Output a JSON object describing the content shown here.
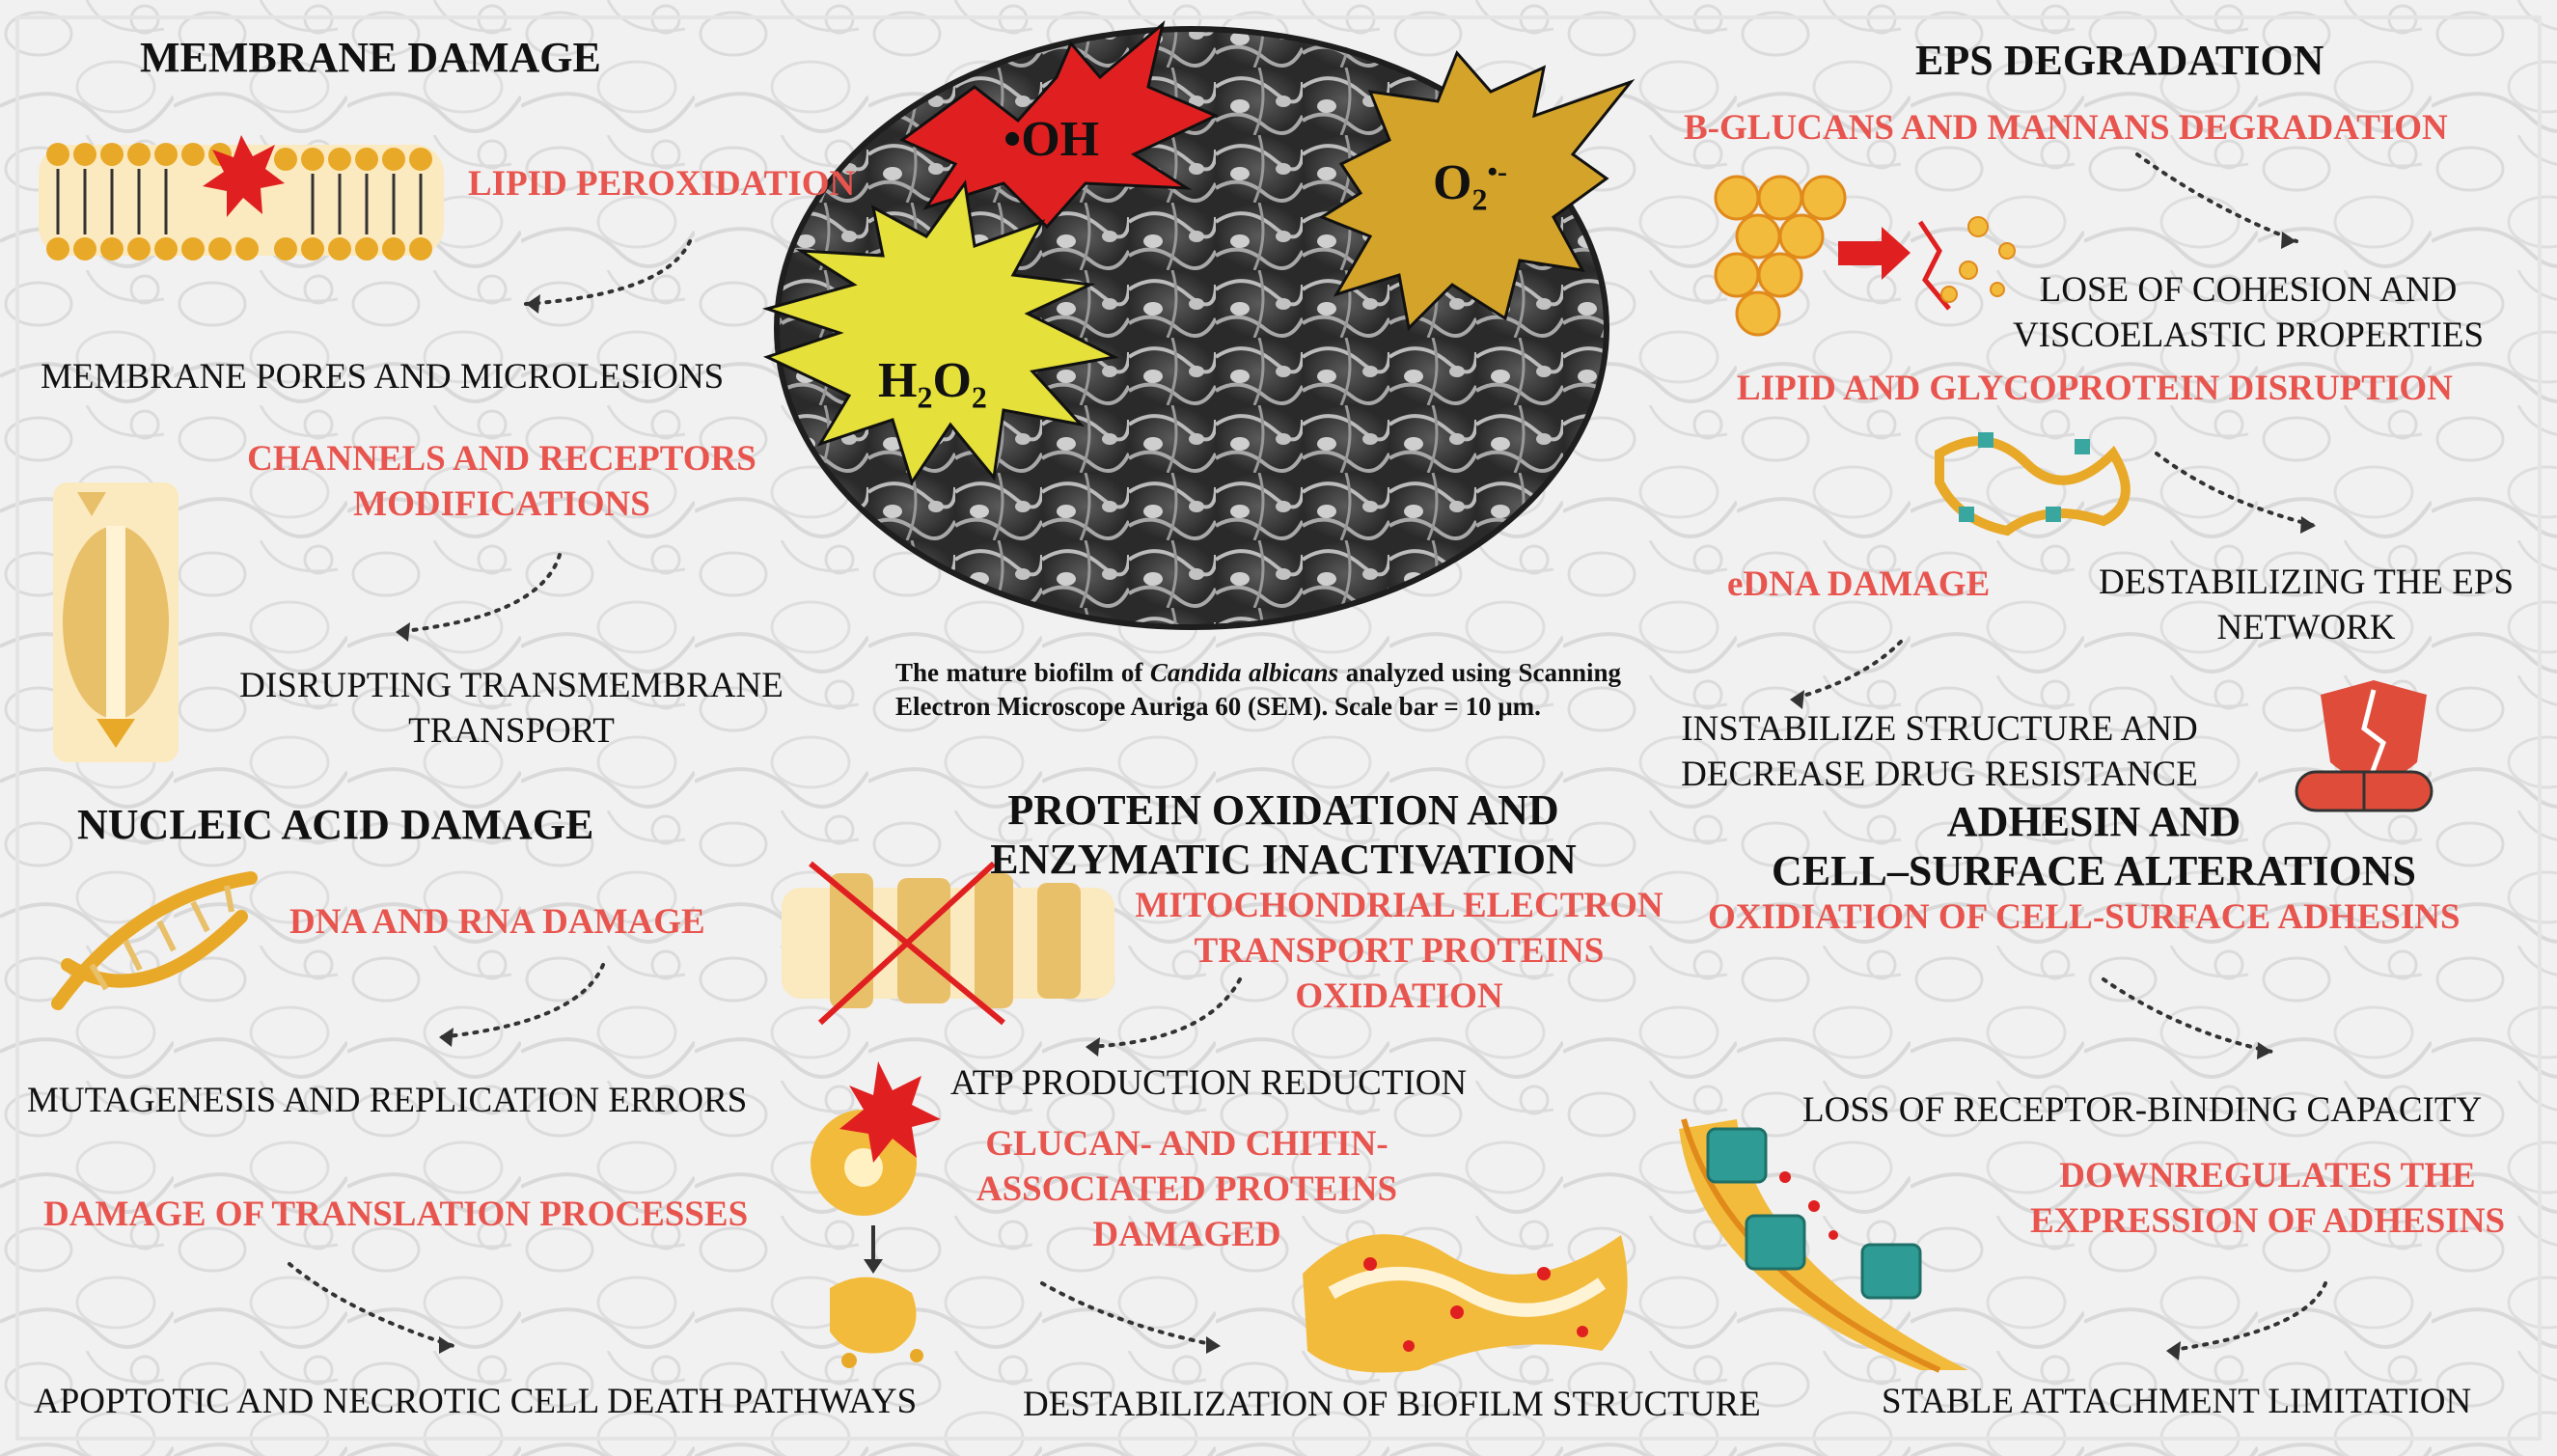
{
  "colors": {
    "accent": "#e8554f",
    "ink": "#111111",
    "gold": "#e9b44c",
    "panel": "#f1f1f1"
  },
  "ros": {
    "oh": "•OH",
    "o2": "O",
    "o2_sub": "2",
    "o2_sup": "•-",
    "h2o2_a": "H",
    "h2o2_sub1": "2",
    "h2o2_b": "O",
    "h2o2_sub2": "2"
  },
  "caption": {
    "part1": "The mature biofilm of ",
    "species": "Candida albicans",
    "part2": " analyzed using Scanning Electron Microscope Auriga 60 (SEM). Scale bar = 10 μm."
  },
  "membrane": {
    "title": "MEMBRANE DAMAGE",
    "lipid": "LIPID PEROXIDATION",
    "pores": "MEMBRANE PORES AND MICROLESIONS",
    "channels_1": "CHANNELS AND RECEPTORS",
    "channels_2": "MODIFICATIONS",
    "transport_1": "DISRUPTING TRANSMEMBRANE",
    "transport_2": "TRANSPORT"
  },
  "nucleic": {
    "title": "NUCLEIC ACID DAMAGE",
    "dna": "DNA AND RNA DAMAGE",
    "mutagenesis": "MUTAGENESIS AND REPLICATION ERRORS",
    "translation": "DAMAGE OF TRANSLATION PROCESSES",
    "apoptosis": "APOPTOTIC AND NECROTIC CELL DEATH PATHWAYS"
  },
  "protein": {
    "title_1": "PROTEIN OXIDATION AND",
    "title_2": "ENZYMATIC INACTIVATION",
    "mito_1": "MITOCHONDRIAL ELECTRON",
    "mito_2": "TRANSPORT PROTEINS",
    "mito_3": "OXIDATION",
    "atp": "ATP PRODUCTION REDUCTION",
    "glucan_1": "GLUCAN- AND CHITIN-",
    "glucan_2": "ASSOCIATED PROTEINS",
    "glucan_3": "DAMAGED",
    "destab": "DESTABILIZATION OF  BIOFILM STRUCTURE"
  },
  "eps": {
    "title": "EPS DEGRADATION",
    "glucans": "Β-GLUCANS AND MANNANS DEGRADATION",
    "cohesion_1": "LOSE OF COHESION AND",
    "cohesion_2": "VISCOELASTIC PROPERTIES",
    "lipid_glyco": "LIPID AND GLYCOPROTEIN DISRUPTION",
    "edna": "eDNA DAMAGE",
    "network_1": "DESTABILIZING THE EPS",
    "network_2": "NETWORK",
    "instab_1": "INSTABILIZE STRUCTURE AND",
    "instab_2": "DECREASE DRUG RESISTANCE"
  },
  "adhesin": {
    "title_1": "ADHESIN AND",
    "title_2": "CELL–SURFACE ALTERATIONS",
    "oxidation": "OXIDIATION OF CELL-SURFACE ADHESINS",
    "receptor": "LOSS OF RECEPTOR-BINDING CAPACITY",
    "down_1": "DOWNREGULATES THE",
    "down_2": "EXPRESSION OF ADHESINS",
    "attach": "STABLE ATTACHMENT LIMITATION"
  }
}
